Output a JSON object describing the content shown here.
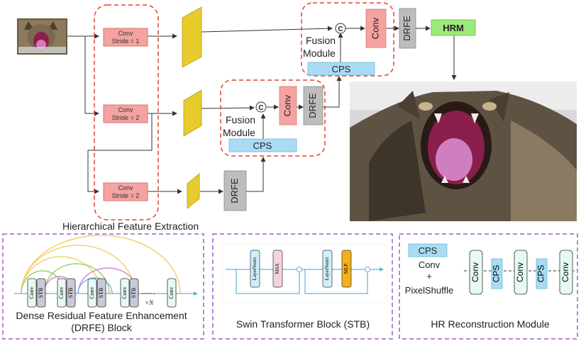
{
  "pipeline": {
    "conv1": {
      "line1": "Conv",
      "line2": "Stride = 1"
    },
    "conv2": {
      "line1": "Conv",
      "line2": "Stride = 2"
    },
    "conv3": {
      "line1": "Conv",
      "line2": "Stride = 2"
    },
    "hfe_label": "Hierarchical Feature Extraction",
    "fusion_bottom": {
      "line1": "Fusion",
      "line2": "Module",
      "concat": "C",
      "conv": "Conv",
      "cps": "CPS"
    },
    "fusion_top": {
      "line1": "Fusion",
      "line2": "Module",
      "concat": "C",
      "conv": "Conv",
      "cps": "CPS"
    },
    "drfe_low": "DRFE",
    "drfe_mid": "DRFE",
    "drfe_top": "DRFE",
    "hrm": "HRM"
  },
  "panels": {
    "drfe": {
      "conv": "Conv",
      "stb": "STB",
      "times_n": "×N",
      "title_line1": "Dense Residual Feature Enhancement",
      "title_line2": "(DRFE) Block"
    },
    "stb": {
      "layernorm": "LayerNorm",
      "msa": "MSA",
      "mlp": "MLP",
      "title": "Swin Transformer Block (STB)"
    },
    "hrm": {
      "cps": "CPS",
      "legend_conv": "Conv",
      "legend_plus": "+",
      "legend_pixelshuffle": "PixelShuffle",
      "conv": "Conv",
      "title": "HR Reconstruction Module"
    }
  },
  "colors": {
    "conv_fill": "#f4a3a0",
    "conv_stroke": "#d9736f",
    "cps_fill": "#a9dcf4",
    "drfe_fill": "#bdbdbd",
    "hrm_fill": "#9de87a",
    "feature_fill": "#e8cc2c",
    "dashed_red": "#e0442e",
    "dashed_purple": "#a05ec8",
    "layernorm": "#cfeefb",
    "msa": "#f4d3de",
    "mlp": "#f2b01c",
    "hrm_conv": "#e6faf3"
  }
}
